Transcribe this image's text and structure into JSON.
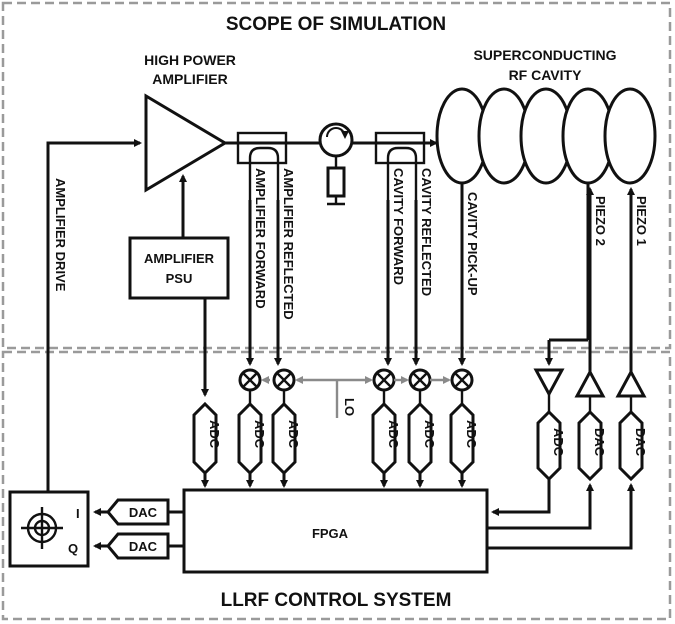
{
  "regions": {
    "simulation_title": "SCOPE OF SIMULATION",
    "control_title": "LLRF CONTROL SYSTEM"
  },
  "labels": {
    "hpa_line1": "HIGH POWER",
    "hpa_line2": "AMPLIFIER",
    "cavity_line1": "SUPERCONDUCTING",
    "cavity_line2": "RF CAVITY",
    "psu_line1": "AMPLIFIER",
    "psu_line2": "PSU",
    "fpga": "FPGA",
    "lo": "LO",
    "i": "I",
    "q": "Q"
  },
  "signals": {
    "amplifier_drive": "AMPLIFIER DRIVE",
    "amplifier_forward": "AMPLIFIER FORWARD",
    "amplifier_reflected": "AMPLIFIER REFLECTED",
    "cavity_forward": "CAVITY FORWARD",
    "cavity_reflected": "CAVITY REFLECTED",
    "cavity_pickup": "CAVITY PICK-UP",
    "piezo2": "PIEZO 2",
    "piezo1": "PIEZO 1"
  },
  "converters": {
    "adc": "ADC",
    "dac": "DAC"
  }
}
